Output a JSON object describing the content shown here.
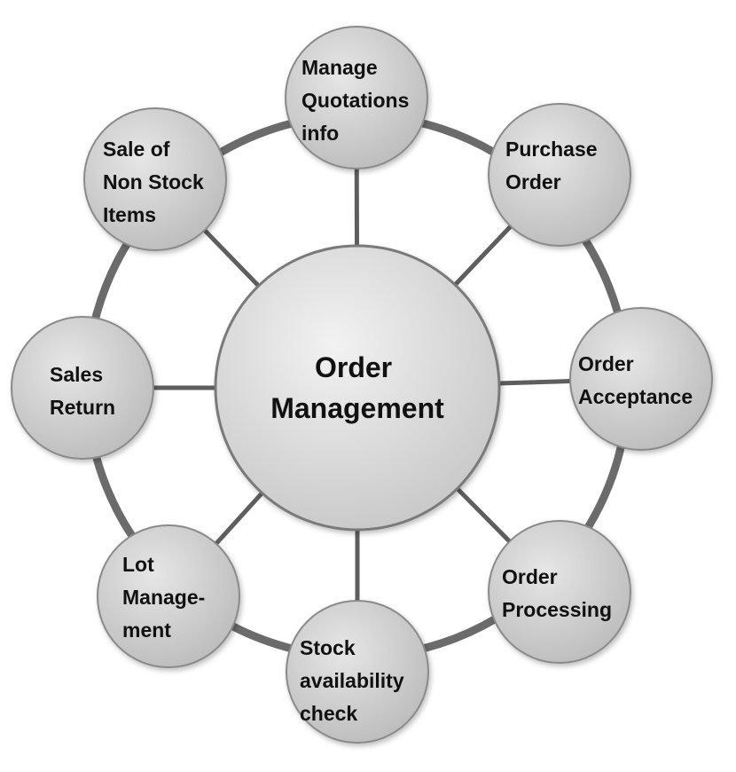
{
  "center": {
    "lines": [
      "Order",
      "Management"
    ]
  },
  "nodes": [
    {
      "id": "manage-quotations",
      "lines": [
        "Manage",
        "Quotations",
        "info"
      ]
    },
    {
      "id": "purchase-order",
      "lines": [
        "Purchase",
        "Order"
      ]
    },
    {
      "id": "order-acceptance",
      "lines": [
        "Order",
        "Acceptance"
      ]
    },
    {
      "id": "order-processing",
      "lines": [
        "Order",
        "Processing"
      ]
    },
    {
      "id": "stock-availability",
      "lines": [
        "Stock",
        "availability",
        "check"
      ]
    },
    {
      "id": "lot-management",
      "lines": [
        "Lot",
        "Manage-",
        "ment"
      ]
    },
    {
      "id": "sales-return",
      "lines": [
        "Sales",
        "Return"
      ]
    },
    {
      "id": "sale-non-stock",
      "lines": [
        "Sale of",
        "Non Stock",
        "Items"
      ]
    }
  ],
  "colors": {
    "ring": "#6b6b6b",
    "spoke": "#5e5e5e",
    "node_fill_light": "#e4e4e4",
    "node_fill_dark": "#bdbdbd",
    "node_stroke": "#8a8a8a",
    "text": "#111111"
  }
}
